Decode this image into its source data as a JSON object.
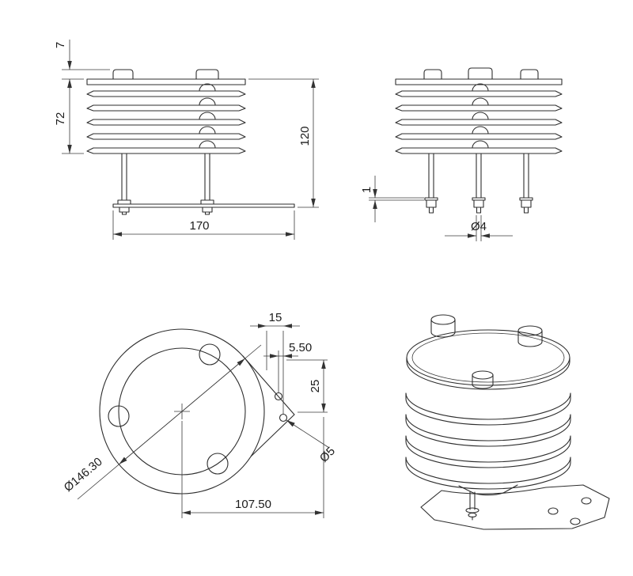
{
  "style": {
    "background": "#ffffff",
    "line_color": "#2e2e2e",
    "dimension_color": "#3a3a3a"
  },
  "drawing": {
    "front_view": {
      "dim_7": "7",
      "dim_72": "72",
      "dim_120": "120",
      "dim_170": "170"
    },
    "side_view": {
      "dim_1": "1",
      "dim_o4": "Ø4"
    },
    "bottom_view": {
      "dim_15": "15",
      "dim_5_50": "5.50",
      "dim_25": "25",
      "dim_o5": "Ø5",
      "dim_o146_30": "Ø146.30",
      "dim_107_50": "107.50"
    }
  }
}
